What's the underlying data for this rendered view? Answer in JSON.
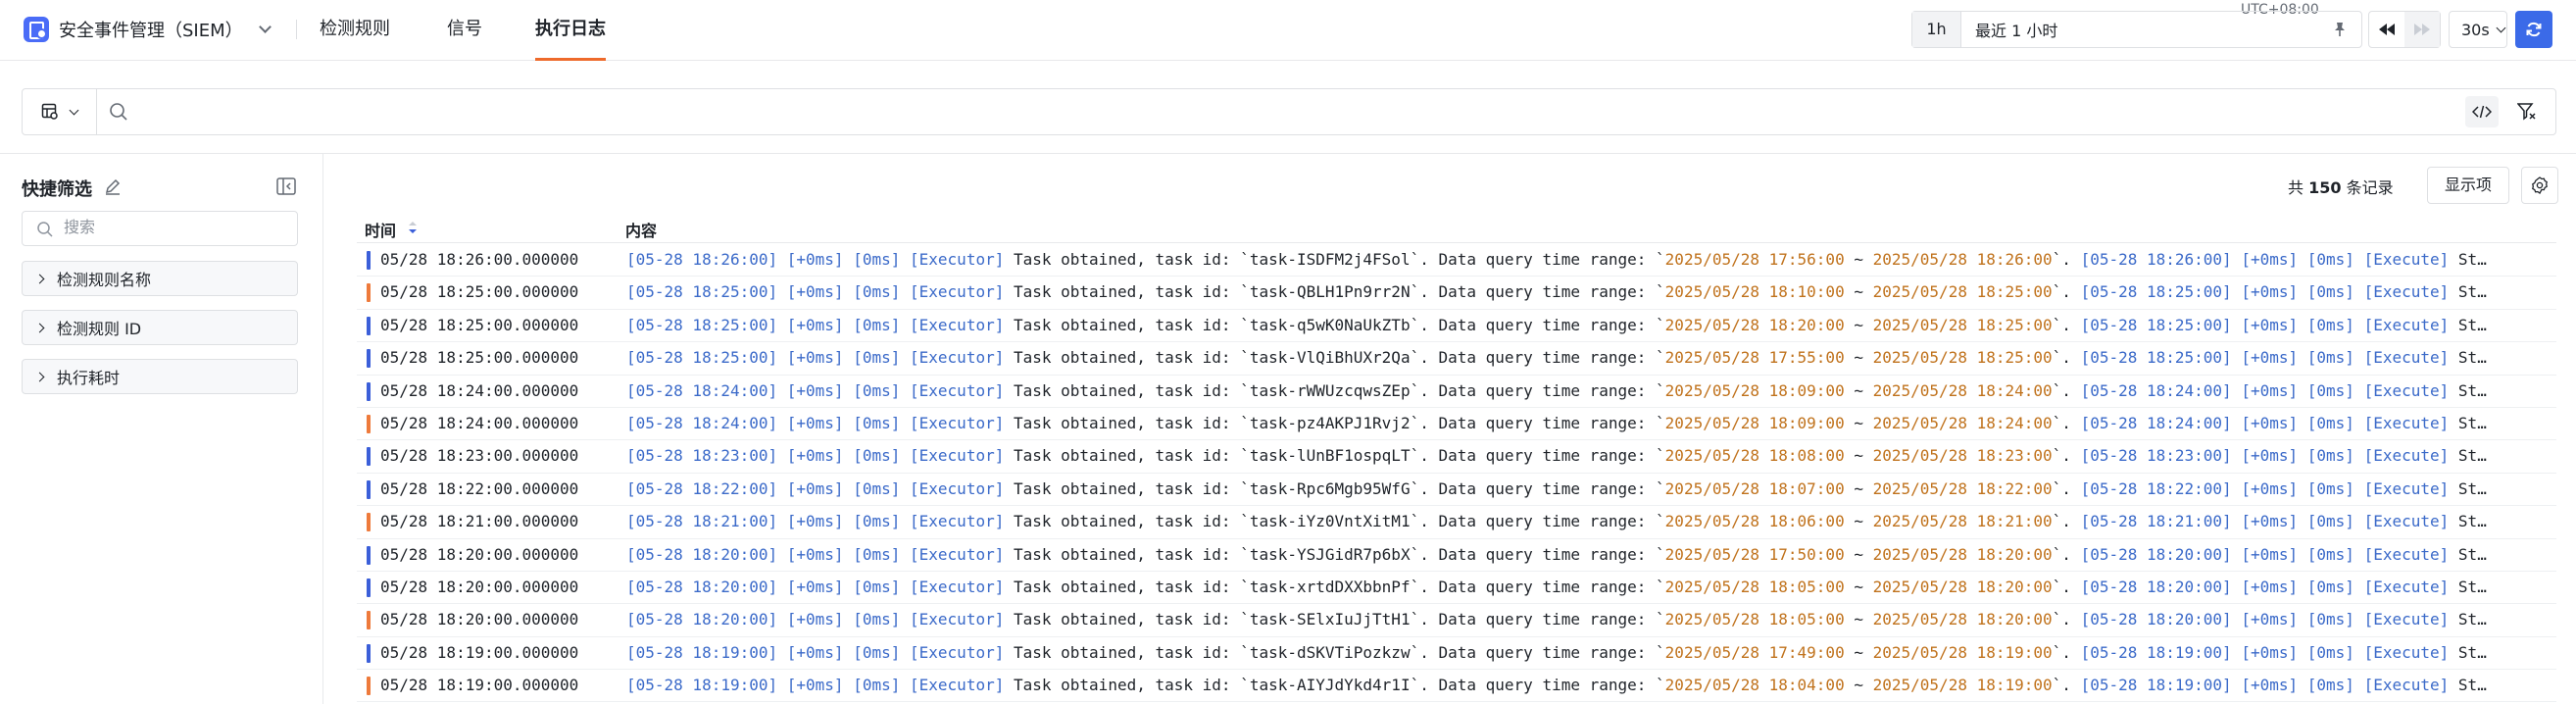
{
  "header": {
    "app_name": "安全事件管理（SIEM）",
    "tabs": [
      {
        "label": "检测规则",
        "active": false
      },
      {
        "label": "信号",
        "active": false
      },
      {
        "label": "执行日志",
        "active": true
      }
    ],
    "accent_color": "#ee6a2b"
  },
  "time_picker": {
    "timezone": "UTC+08:00",
    "short_label": "1h",
    "range_label": "最近 1 小时",
    "refresh_interval": "30s"
  },
  "query": {
    "value": "",
    "placeholder": ""
  },
  "sidebar": {
    "title": "快捷筛选",
    "search_placeholder": "搜索",
    "facets": [
      {
        "label": "检测规则名称"
      },
      {
        "label": "检测规则 ID"
      },
      {
        "label": "执行耗时"
      }
    ]
  },
  "summary": {
    "prefix": "共",
    "count": "150",
    "suffix": "条记录",
    "display_button": "显示项"
  },
  "table": {
    "col_time": "时间",
    "col_content": "内容",
    "rows": [
      {
        "mark": "blue",
        "time": "05/28 18:26:00.000000",
        "ts": "[05-28 18:26:00]",
        "task": "task-ISDFM2j4FSol",
        "from": "2025/05/28 17:56:00",
        "to": "2025/05/28 18:26:00"
      },
      {
        "mark": "orange",
        "time": "05/28 18:25:00.000000",
        "ts": "[05-28 18:25:00]",
        "task": "task-QBLH1Pn9rr2N",
        "from": "2025/05/28 18:10:00",
        "to": "2025/05/28 18:25:00"
      },
      {
        "mark": "blue",
        "time": "05/28 18:25:00.000000",
        "ts": "[05-28 18:25:00]",
        "task": "task-q5wK0NaUkZTb",
        "from": "2025/05/28 18:20:00",
        "to": "2025/05/28 18:25:00"
      },
      {
        "mark": "blue",
        "time": "05/28 18:25:00.000000",
        "ts": "[05-28 18:25:00]",
        "task": "task-VlQiBhUXr2Qa",
        "from": "2025/05/28 17:55:00",
        "to": "2025/05/28 18:25:00"
      },
      {
        "mark": "blue",
        "time": "05/28 18:24:00.000000",
        "ts": "[05-28 18:24:00]",
        "task": "task-rWWUzcqwsZEp",
        "from": "2025/05/28 18:09:00",
        "to": "2025/05/28 18:24:00"
      },
      {
        "mark": "orange",
        "time": "05/28 18:24:00.000000",
        "ts": "[05-28 18:24:00]",
        "task": "task-pz4AKPJ1Rvj2",
        "from": "2025/05/28 18:09:00",
        "to": "2025/05/28 18:24:00"
      },
      {
        "mark": "blue",
        "time": "05/28 18:23:00.000000",
        "ts": "[05-28 18:23:00]",
        "task": "task-lUnBF1ospqLT",
        "from": "2025/05/28 18:08:00",
        "to": "2025/05/28 18:23:00"
      },
      {
        "mark": "blue",
        "time": "05/28 18:22:00.000000",
        "ts": "[05-28 18:22:00]",
        "task": "task-Rpc6Mgb95WfG",
        "from": "2025/05/28 18:07:00",
        "to": "2025/05/28 18:22:00"
      },
      {
        "mark": "orange",
        "time": "05/28 18:21:00.000000",
        "ts": "[05-28 18:21:00]",
        "task": "task-iYz0VntXitM1",
        "from": "2025/05/28 18:06:00",
        "to": "2025/05/28 18:21:00"
      },
      {
        "mark": "blue",
        "time": "05/28 18:20:00.000000",
        "ts": "[05-28 18:20:00]",
        "task": "task-YSJGidR7p6bX",
        "from": "2025/05/28 17:50:00",
        "to": "2025/05/28 18:20:00"
      },
      {
        "mark": "blue",
        "time": "05/28 18:20:00.000000",
        "ts": "[05-28 18:20:00]",
        "task": "task-xrtdDXXbbnPf",
        "from": "2025/05/28 18:05:00",
        "to": "2025/05/28 18:20:00"
      },
      {
        "mark": "orange",
        "time": "05/28 18:20:00.000000",
        "ts": "[05-28 18:20:00]",
        "task": "task-SElxIuJjTtH1",
        "from": "2025/05/28 18:05:00",
        "to": "2025/05/28 18:20:00"
      },
      {
        "mark": "blue",
        "time": "05/28 18:19:00.000000",
        "ts": "[05-28 18:19:00]",
        "task": "task-dSKVTiPozkzw",
        "from": "2025/05/28 17:49:00",
        "to": "2025/05/28 18:19:00"
      },
      {
        "mark": "orange",
        "time": "05/28 18:19:00.000000",
        "ts": "[05-28 18:19:00]",
        "task": "task-AIYJdYkd4r1I",
        "from": "2025/05/28 18:04:00",
        "to": "2025/05/28 18:19:00"
      }
    ],
    "log": {
      "delta": "[+0ms]",
      "dur": "[0ms]",
      "executor": "[Executor]",
      "text_a": "Task obtained, task id:",
      "text_b": "Data query time range:",
      "tilde": "~",
      "execute": "[Execute]",
      "tail": "St…"
    },
    "mark_colors": {
      "blue": "#3b5fd9",
      "orange": "#ee7a3b"
    }
  }
}
